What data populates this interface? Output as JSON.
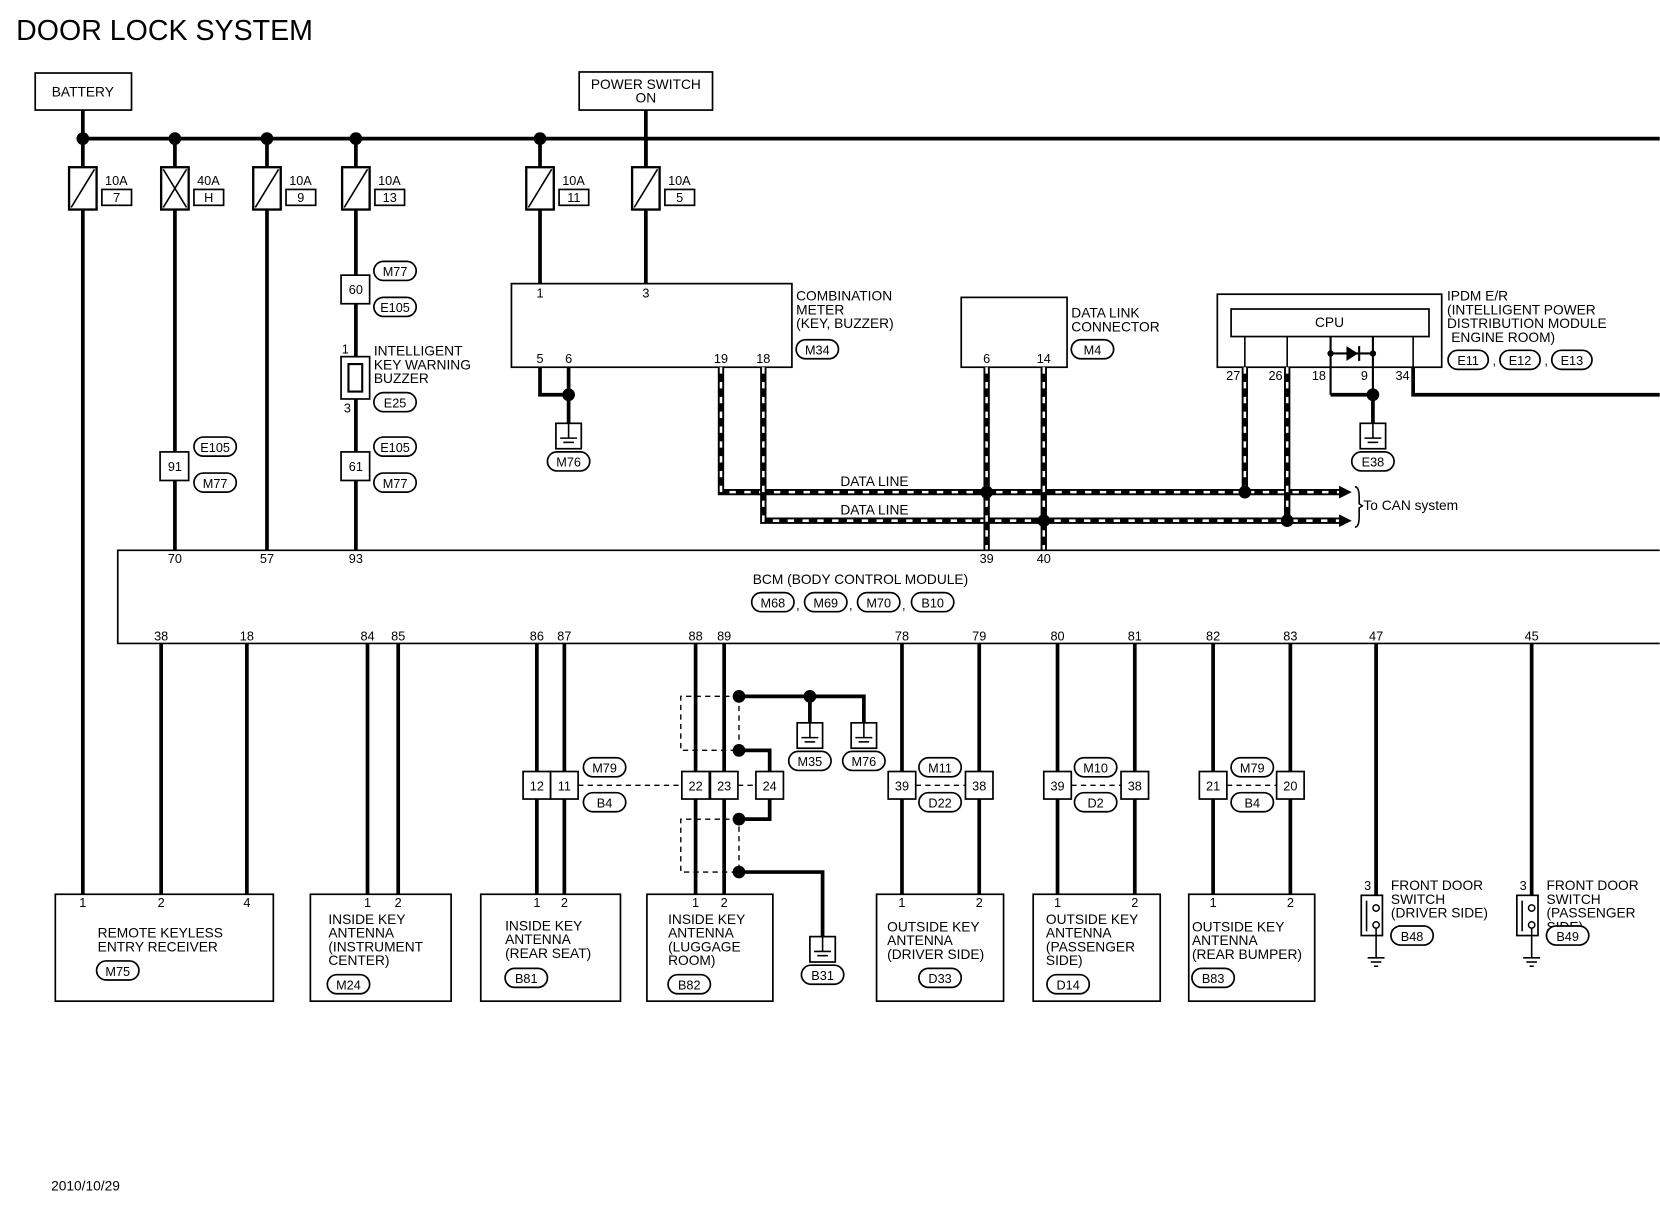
{
  "title": "DOOR LOCK SYSTEM",
  "date": "2010/10/29",
  "sources": {
    "battery": "BATTERY",
    "power_switch": [
      "POWER SWITCH",
      "ON"
    ]
  },
  "fuses": [
    {
      "id": "f7",
      "rating": "10A",
      "number": "7",
      "type": "fuse"
    },
    {
      "id": "fH",
      "rating": "40A",
      "number": "H",
      "type": "fusible-link"
    },
    {
      "id": "f9",
      "rating": "10A",
      "number": "9",
      "type": "fuse"
    },
    {
      "id": "f13",
      "rating": "10A",
      "number": "13",
      "type": "fuse"
    },
    {
      "id": "f11",
      "rating": "10A",
      "number": "11",
      "type": "fuse"
    },
    {
      "id": "f5",
      "rating": "10A",
      "number": "5",
      "type": "fuse"
    }
  ],
  "components": {
    "combination_meter": {
      "label": [
        "COMBINATION",
        "METER",
        "(KEY, BUZZER)"
      ],
      "connectors": [
        "M34"
      ],
      "pins": {
        "top": [
          "1",
          "3"
        ],
        "bottom": [
          "5",
          "6",
          "19",
          "18"
        ]
      }
    },
    "data_link_connector": {
      "label": [
        "DATA LINK",
        "CONNECTOR"
      ],
      "connectors": [
        "M4"
      ],
      "pins": [
        "6",
        "14"
      ]
    },
    "ipdm": {
      "label": [
        "IPDM E/R",
        "(INTELLIGENT POWER",
        "DISTRIBUTION MODULE",
        "ENGINE ROOM)"
      ],
      "connectors": [
        "E11",
        "E12",
        "E13"
      ],
      "cpu": "CPU",
      "pins": [
        "27",
        "26",
        "18",
        "9",
        "34"
      ]
    },
    "buzzer": {
      "label": [
        "INTELLIGENT",
        "KEY WARNING",
        "BUZZER"
      ],
      "connectors": [
        "E25"
      ],
      "pins": [
        "1",
        "3"
      ]
    },
    "bcm": {
      "label": "BCM (BODY CONTROL MODULE)",
      "connectors": [
        "M68",
        "M69",
        "M70",
        "B10"
      ],
      "top_pins": [
        "70",
        "57",
        "93",
        "39",
        "40"
      ],
      "bottom_pins": [
        "38",
        "18",
        "84",
        "85",
        "86",
        "87",
        "88",
        "89",
        "78",
        "79",
        "80",
        "81",
        "82",
        "83",
        "47",
        "45"
      ]
    },
    "remote_keyless": {
      "label": [
        "REMOTE KEYLESS",
        "ENTRY RECEIVER"
      ],
      "connector": "M75",
      "pins": [
        "1",
        "2",
        "4"
      ]
    },
    "ika_instrument": {
      "label": [
        "INSIDE KEY",
        "ANTENNA",
        "(INSTRUMENT",
        "CENTER)"
      ],
      "connector": "M24",
      "pins": [
        "1",
        "2"
      ]
    },
    "ika_rear_seat": {
      "label": [
        "INSIDE KEY",
        "ANTENNA",
        "(REAR SEAT)"
      ],
      "connector": "B81",
      "pins": [
        "1",
        "2"
      ]
    },
    "ika_luggage": {
      "label": [
        "INSIDE KEY",
        "ANTENNA",
        "(LUGGAGE",
        "ROOM)"
      ],
      "connector": "B82",
      "pins": [
        "1",
        "2"
      ]
    },
    "oka_driver": {
      "label": [
        "OUTSIDE KEY",
        "ANTENNA",
        "(DRIVER SIDE)"
      ],
      "connector": "D33",
      "pins": [
        "1",
        "2"
      ]
    },
    "oka_passenger": {
      "label": [
        "OUTSIDE KEY",
        "ANTENNA",
        "(PASSENGER",
        "SIDE)"
      ],
      "connector": "D14",
      "pins": [
        "1",
        "2"
      ]
    },
    "oka_rear": {
      "label": [
        "OUTSIDE KEY",
        "ANTENNA",
        "(REAR BUMPER)"
      ],
      "connector": "B83",
      "pins": [
        "1",
        "2"
      ]
    },
    "door_sw_driver": {
      "label": [
        "FRONT DOOR",
        "SWITCH",
        "(DRIVER SIDE)"
      ],
      "connector": "B48",
      "pin": "3"
    },
    "door_sw_passenger": {
      "label": [
        "FRONT DOOR",
        "SWITCH",
        "(PASSENGER",
        "SIDE)"
      ],
      "connector": "B49",
      "pin": "3"
    }
  },
  "inline_connectors": {
    "j91": {
      "pin": "91",
      "connectors": [
        "E105",
        "M77"
      ]
    },
    "j60": {
      "pin": "60",
      "connectors": [
        "M77",
        "E105"
      ]
    },
    "j61": {
      "pin": "61",
      "connectors": [
        "E105",
        "M77"
      ]
    },
    "j_rear_seat": {
      "pins": [
        "12",
        "11"
      ],
      "connectors": [
        "M79",
        "B4"
      ]
    },
    "j_luggage": {
      "pins": [
        "22",
        "23",
        "24"
      ]
    },
    "j_driver": {
      "pins": [
        "39",
        "38"
      ],
      "connectors": [
        "M11",
        "D22"
      ]
    },
    "j_passenger": {
      "pins": [
        "39",
        "38"
      ],
      "connectors": [
        "M10",
        "D2"
      ]
    },
    "j_rear": {
      "pins": [
        "21",
        "20"
      ],
      "connectors": [
        "M79",
        "B4"
      ]
    }
  },
  "grounds": [
    "M76",
    "E38",
    "M35",
    "M76",
    "B31"
  ],
  "can": {
    "line_label": "DATA LINE",
    "destination": "To CAN system"
  }
}
